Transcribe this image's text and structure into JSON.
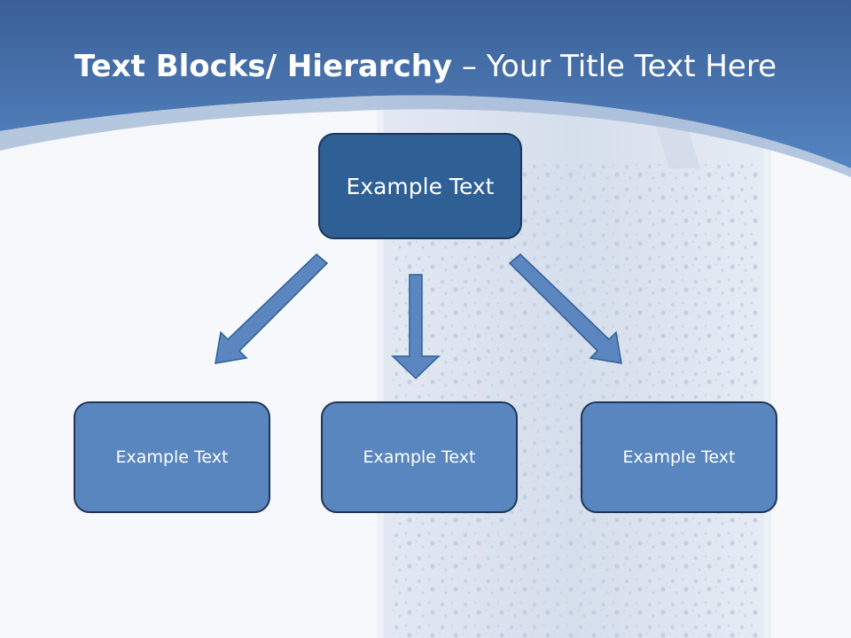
{
  "title": {
    "bold": "Text Blocks/ Hierarchy",
    "normal": " – Your Title Text Here"
  },
  "diagram": {
    "root": {
      "label": "Example Text"
    },
    "children": [
      {
        "label": "Example Text"
      },
      {
        "label": "Example Text"
      },
      {
        "label": "Example Text"
      }
    ]
  },
  "colors": {
    "header_dark": "#3b5f97",
    "header_light": "#5485c1",
    "root_fill": "#2e5f95",
    "child_fill": "#5a86bf",
    "arrow_fill": "#5b86bf",
    "border": "#1d3557"
  }
}
